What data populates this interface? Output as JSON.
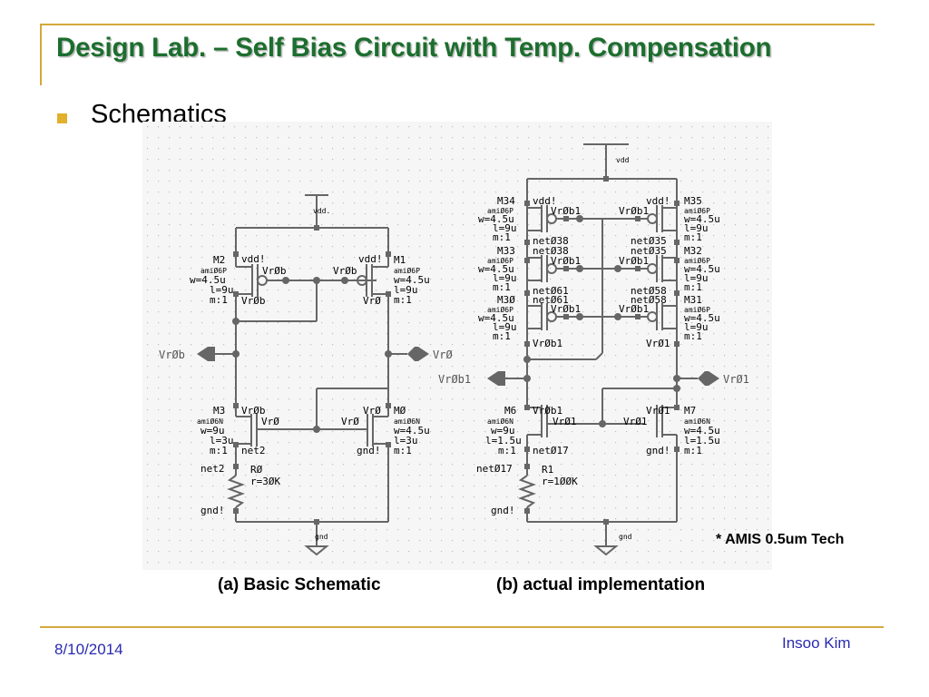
{
  "slide": {
    "title": "Design Lab. – Self Bias Circuit with Temp. Compensation",
    "bullet": "Schematics",
    "note": "* AMIS 0.5um Tech",
    "caption_a": "(a) Basic Schematic",
    "caption_b": "(b) actual implementation",
    "date": "8/10/2014",
    "author": "Insoo Kim"
  },
  "colors": {
    "title": "#1c6e2e",
    "accent": "#d4a93c",
    "bullet": "#e1b02c",
    "footer_text": "#2a2ab0"
  },
  "schematic_a": {
    "vdd": "vdd.",
    "gnd": "gnd",
    "pin_left": "VrØb",
    "pin_right": "VrØ",
    "m2": {
      "name": "M2",
      "model": "amiØ6P",
      "w": "w=4.5u",
      "l": "l=9u",
      "m": "m:1",
      "source": "vdd!",
      "gate": "VrØb",
      "drain": "VrØb"
    },
    "m1": {
      "name": "M1",
      "model": "amiØ6P",
      "w": "w=4.5u",
      "l": "l=9u",
      "m": "m:1",
      "source": "vdd!",
      "gate": "VrØb",
      "drain": "VrØ"
    },
    "m3": {
      "name": "M3",
      "model": "amiØ6N",
      "w": "w=9u",
      "l": "l=3u",
      "m": "m:1",
      "drain": "VrØb",
      "gate": "VrØ",
      "source": "net2"
    },
    "m0": {
      "name": "MØ",
      "model": "amiØ6N",
      "w": "w=4.5u",
      "l": "l=3u",
      "m": "m:1",
      "drain": "VrØ",
      "gate": "VrØ",
      "source": "gnd!"
    },
    "r0": {
      "name": "RØ",
      "value": "r=3ØK",
      "top": "net2",
      "bottom": "gnd!"
    }
  },
  "schematic_b": {
    "vdd": "vdd",
    "gnd": "gnd",
    "pin_left": "VrØb1",
    "pin_right": "VrØ1",
    "m34": {
      "name": "M34",
      "model": "amiØ6P",
      "w": "w=4.5u",
      "l": "l=9u",
      "m": "m:1",
      "source": "vdd!",
      "gate": "VrØb1",
      "drain": "netØ38"
    },
    "m33": {
      "name": "M33",
      "model": "amiØ6P",
      "w": "w=4.5u",
      "l": "l=9u",
      "m": "m:1",
      "source": "netØ38",
      "gate": "VrØb1",
      "drain": "netØ61"
    },
    "m30": {
      "name": "M3Ø",
      "model": "amiØ6P",
      "w": "w=4.5u",
      "l": "l=9u",
      "m": "m:1",
      "source": "netØ61",
      "gate": "VrØb1",
      "drain": "VrØb1"
    },
    "m35": {
      "name": "M35",
      "model": "amiØ6P",
      "w": "w=4.5u",
      "l": "l=9u",
      "m": "m:1",
      "source": "vdd!",
      "gate": "VrØb1",
      "drain": "netØ35"
    },
    "m32": {
      "name": "M32",
      "model": "amiØ6P",
      "w": "w=4.5u",
      "l": "l=9u",
      "m": "m:1",
      "source": "netØ35",
      "gate": "VrØb1",
      "drain": "netØ58"
    },
    "m31": {
      "name": "M31",
      "model": "amiØ6P",
      "w": "w=4.5u",
      "l": "l=9u",
      "m": "m:1",
      "source": "netØ58",
      "gate": "VrØb1",
      "drain": "VrØ1"
    },
    "m6": {
      "name": "M6",
      "model": "amiØ6N",
      "w": "w=9u",
      "l": "l=1.5u",
      "m": "m:1",
      "drain": "VrØb1",
      "gate": "VrØ1",
      "source": "netØ17"
    },
    "m7": {
      "name": "M7",
      "model": "amiØ6N",
      "w": "w=4.5u",
      "l": "l=1.5u",
      "m": "m:1",
      "drain": "VrØ1",
      "gate": "VrØ1",
      "source": "gnd!"
    },
    "r1": {
      "name": "R1",
      "value": "r=1ØØK",
      "top": "netØ17",
      "bottom": "gnd!"
    }
  }
}
